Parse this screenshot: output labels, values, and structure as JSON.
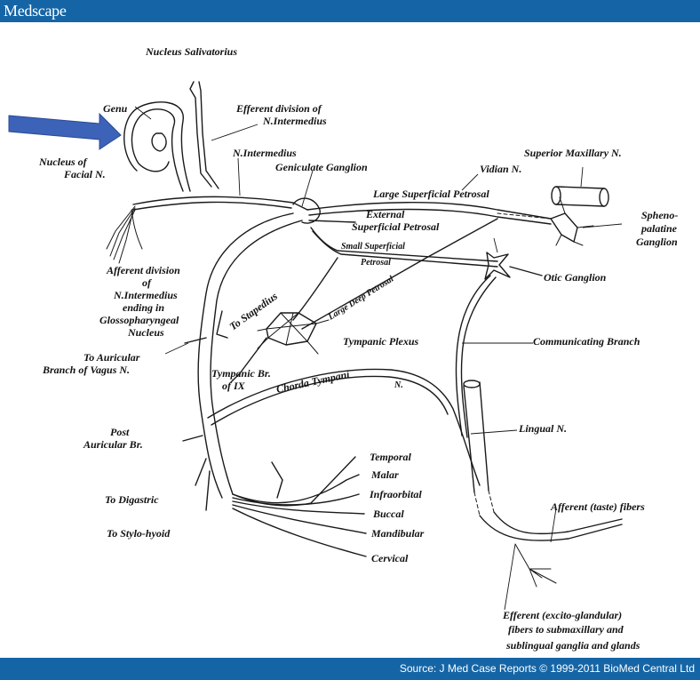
{
  "header": {
    "logo": "Medscape"
  },
  "footer": {
    "source": "Source: J Med Case Reports © 1999-2011 BioMed Central Ltd"
  },
  "colors": {
    "bar": "#1565a6",
    "arrow": "#3d63b8",
    "ink": "#1a1a1a"
  },
  "icons": {
    "pointer": "blue-arrow-icon"
  },
  "labels": {
    "nucleus_salivatorius": "Nucleus Salivatorius",
    "genu": "Genu",
    "efferent_division_1": "Efferent division of",
    "efferent_division_2": "N.Intermedius",
    "nucleus_facial_1": "Nucleus of",
    "nucleus_facial_2": "Facial N.",
    "n_intermedius": "N.Intermedius",
    "geniculate_ganglion": "Geniculate Ganglion",
    "superior_maxillary": "Superior Maxillary N.",
    "vidian": "Vidian N.",
    "large_superficial_petrosal": "Large Superficial Petrosal",
    "external_1": "External",
    "external_2": "Superficial Petrosal",
    "spheno_1": "Spheno-",
    "spheno_2": "palatine",
    "spheno_3": "Ganglion",
    "small_superficial": "Small Superficial",
    "petrosal": "Petrosal",
    "large_deep_petrosal": "Large Deep Petrosal",
    "otic_ganglion": "Otic Ganglion",
    "afferent_1": "Afferent division",
    "afferent_2": "of",
    "afferent_3": "N.Intermedius",
    "afferent_4": "ending in",
    "afferent_5": "Glossopharyngeal",
    "afferent_6": "Nucleus",
    "to_stapedius": "To Stapedius",
    "tympanic_plexus": "Tympanic Plexus",
    "communicating_branch": "Communicating Branch",
    "to_auricular_1": "To Auricular",
    "to_auricular_2": "Branch of Vagus N.",
    "tympanic_br_1": "Tympanic Br.",
    "tympanic_br_2": "of IX",
    "chorda_tympani": "Chorda Tympani",
    "chorda_n": "N.",
    "lingual": "Lingual N.",
    "post_auricular_1": "Post",
    "post_auricular_2": "Auricular Br.",
    "temporal": "Temporal",
    "malar": "Malar",
    "infraorbital": "Infraorbital",
    "to_digastric": "To Digastric",
    "buccal": "Buccal",
    "mandibular": "Mandibular",
    "to_stylohyoid": "To Stylo-hyoid",
    "cervical": "Cervical",
    "afferent_taste": "Afferent (taste) fibers",
    "efferent_glandular_1": "Efferent (excito-glandular)",
    "efferent_glandular_2": "fibers to submaxillary and",
    "efferent_glandular_3": "sublingual ganglia and glands"
  }
}
